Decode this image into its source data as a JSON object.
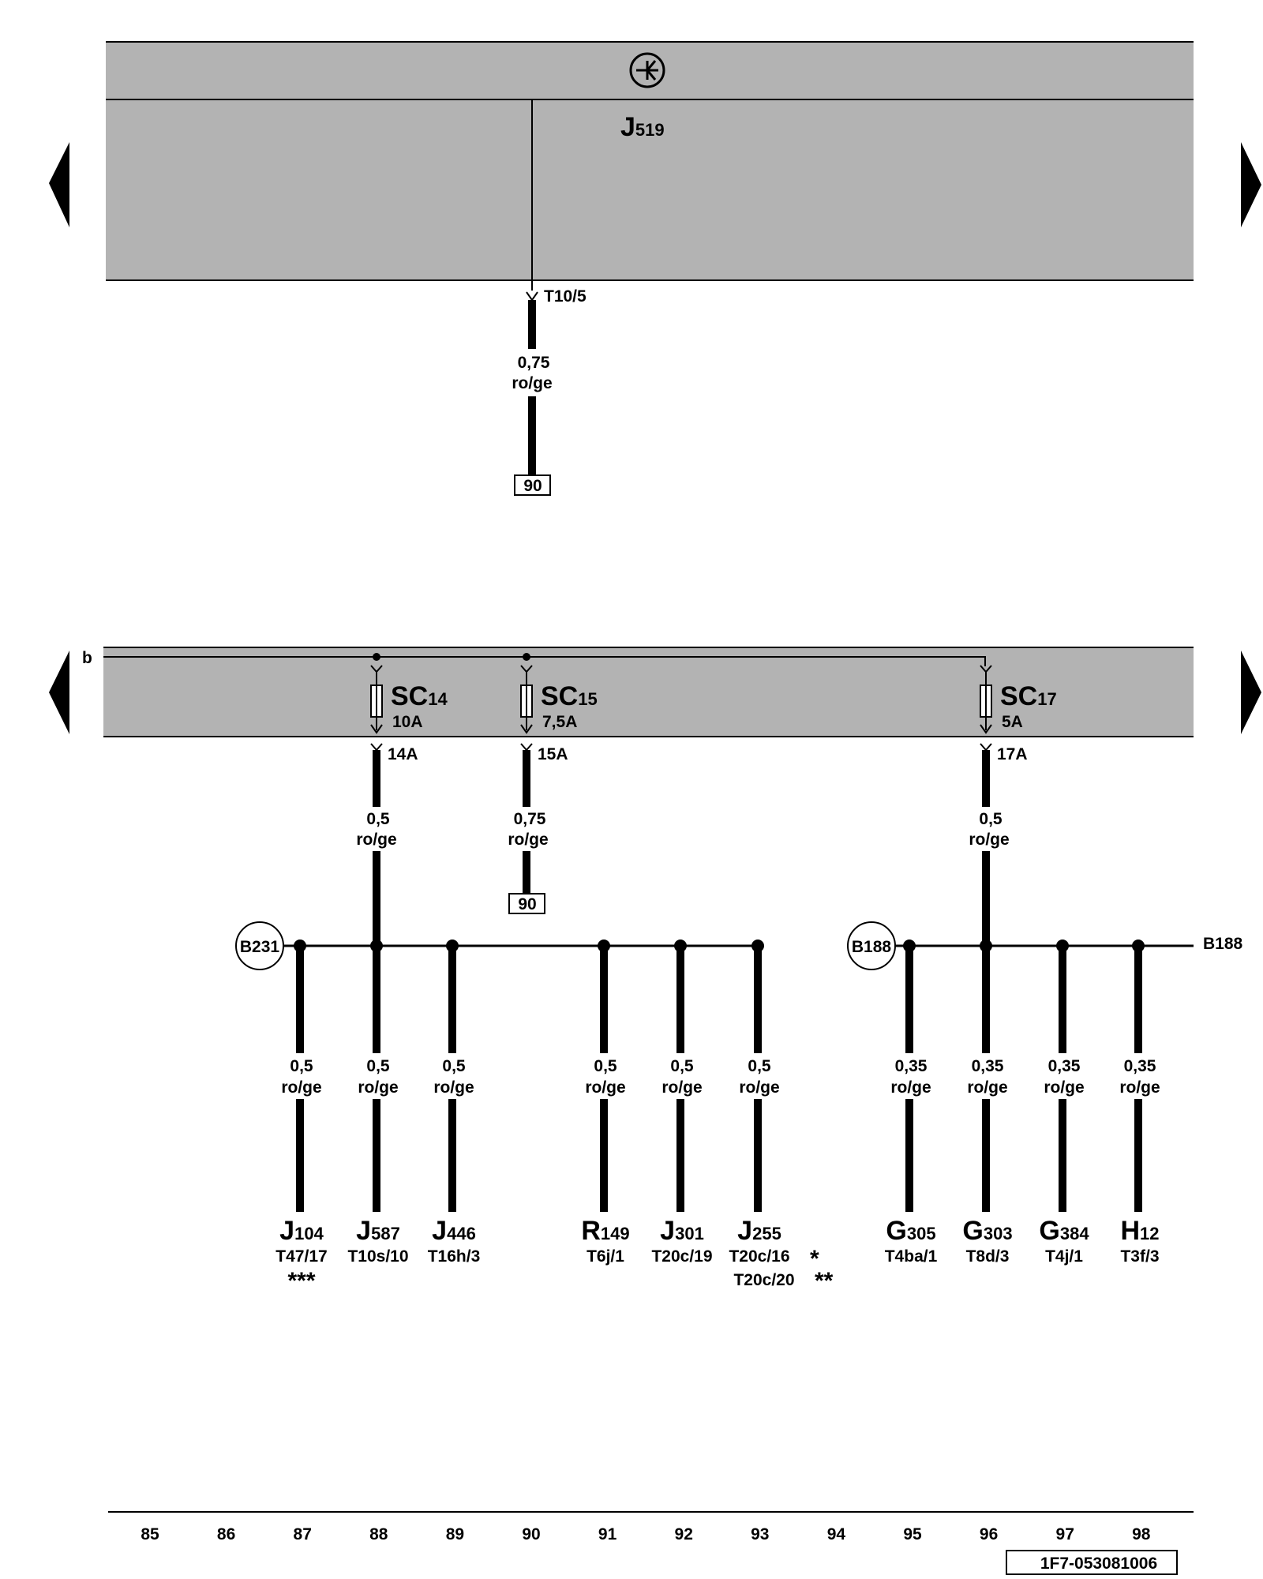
{
  "top_module": {
    "name_main": "J",
    "name_sub": "519",
    "connector": "T10/5",
    "wire": {
      "gauge": "0,75",
      "color": "ro/ge"
    },
    "ref_box": "90"
  },
  "bottom_module": {
    "bus_label": "b",
    "fuses": [
      {
        "id": "sc14",
        "main": "SC",
        "sub": "14",
        "rating": "10A",
        "pin": "14A",
        "gauge": "0,5",
        "color": "ro/ge"
      },
      {
        "id": "sc15",
        "main": "SC",
        "sub": "15",
        "rating": "7,5A",
        "pin": "15A",
        "gauge": "0,75",
        "color": "ro/ge"
      },
      {
        "id": "sc17",
        "main": "SC",
        "sub": "17",
        "rating": "5A",
        "pin": "17A",
        "gauge": "0,5",
        "color": "ro/ge"
      }
    ],
    "sc15_ref_box": "90"
  },
  "splices": {
    "left": "B231",
    "right": "B188",
    "right_continuation": "B188"
  },
  "branches": [
    {
      "id": "j104",
      "gauge": "0,5",
      "color": "ro/ge",
      "main": "J",
      "sub": "104",
      "pin": "T47/17",
      "note": "***"
    },
    {
      "id": "j587",
      "gauge": "0,5",
      "color": "ro/ge",
      "main": "J",
      "sub": "587",
      "pin": "T10s/10"
    },
    {
      "id": "j446",
      "gauge": "0,5",
      "color": "ro/ge",
      "main": "J",
      "sub": "446",
      "pin": "T16h/3"
    },
    {
      "id": "r149",
      "gauge": "0,5",
      "color": "ro/ge",
      "main": "R",
      "sub": "149",
      "pin": "T6j/1"
    },
    {
      "id": "j301",
      "gauge": "0,5",
      "color": "ro/ge",
      "main": "J",
      "sub": "301",
      "pin": "T20c/19"
    },
    {
      "id": "j255",
      "gauge": "0,5",
      "color": "ro/ge",
      "main": "J",
      "sub": "255",
      "pin": "T20c/16",
      "pin2": "T20c/20",
      "note1": "*",
      "note2": "**"
    },
    {
      "id": "g305",
      "gauge": "0,35",
      "color": "ro/ge",
      "main": "G",
      "sub": "305",
      "pin": "T4ba/1"
    },
    {
      "id": "g303",
      "gauge": "0,35",
      "color": "ro/ge",
      "main": "G",
      "sub": "303",
      "pin": "T8d/3"
    },
    {
      "id": "g384",
      "gauge": "0,35",
      "color": "ro/ge",
      "main": "G",
      "sub": "384",
      "pin": "T4j/1"
    },
    {
      "id": "h12",
      "gauge": "0,35",
      "color": "ro/ge",
      "main": "H",
      "sub": "12",
      "pin": "T3f/3"
    }
  ],
  "ruler": [
    "85",
    "86",
    "87",
    "88",
    "89",
    "90",
    "91",
    "92",
    "93",
    "94",
    "95",
    "96",
    "97",
    "98"
  ],
  "doc_id": "1F7-053081006"
}
